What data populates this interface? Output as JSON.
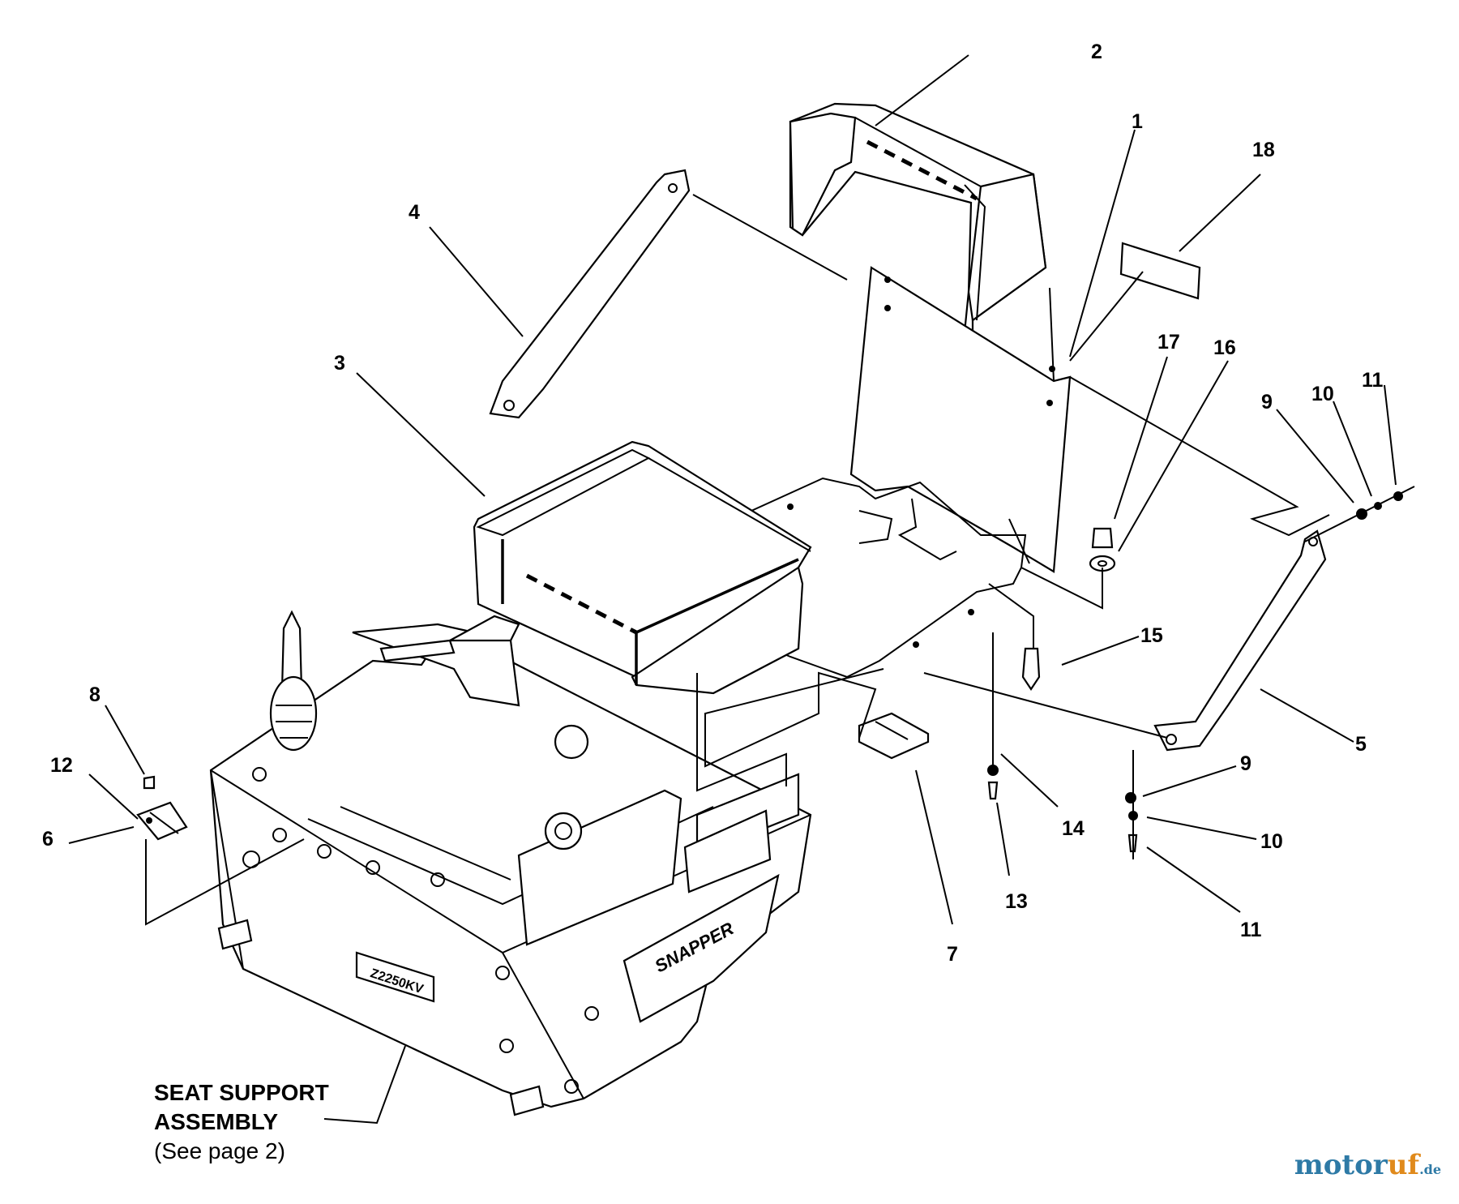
{
  "diagram": {
    "callouts": [
      {
        "id": "c1",
        "label": "1"
      },
      {
        "id": "c2",
        "label": "2"
      },
      {
        "id": "c3",
        "label": "3"
      },
      {
        "id": "c4",
        "label": "4"
      },
      {
        "id": "c5",
        "label": "5"
      },
      {
        "id": "c6",
        "label": "6"
      },
      {
        "id": "c7",
        "label": "7"
      },
      {
        "id": "c8",
        "label": "8"
      },
      {
        "id": "c9a",
        "label": "9"
      },
      {
        "id": "c9b",
        "label": "9"
      },
      {
        "id": "c10a",
        "label": "10"
      },
      {
        "id": "c10b",
        "label": "10"
      },
      {
        "id": "c11a",
        "label": "11"
      },
      {
        "id": "c11b",
        "label": "11"
      },
      {
        "id": "c12",
        "label": "12"
      },
      {
        "id": "c13",
        "label": "13"
      },
      {
        "id": "c14",
        "label": "14"
      },
      {
        "id": "c15",
        "label": "15"
      },
      {
        "id": "c16",
        "label": "16"
      },
      {
        "id": "c17",
        "label": "17"
      },
      {
        "id": "c18",
        "label": "18"
      }
    ],
    "note": {
      "line1": "SEAT SUPPORT",
      "line2": "ASSEMBLY",
      "line3": "(See page 2)"
    },
    "decal_text": "Z2250KV",
    "brand_decal": "SNAPPER"
  },
  "watermark": {
    "part1": "motor",
    "part2": "uf",
    "part3": ".de"
  }
}
